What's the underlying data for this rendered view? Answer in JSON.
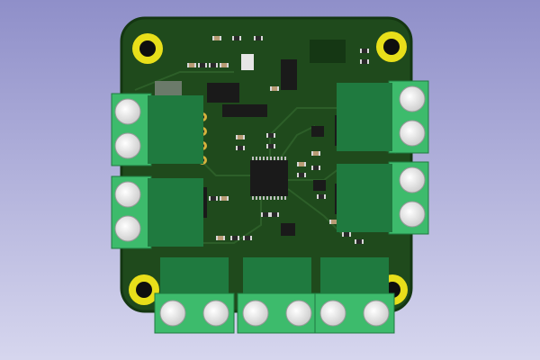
{
  "scene": {
    "background_top": "#8f8fc9",
    "background_bottom": "#d6d6ee",
    "description_icon": "pcb-3d-render"
  },
  "board": {
    "solder_mask": "#1f4a1c",
    "solder_mask_edge": "#143612",
    "copper_trace": "#2d5f29",
    "pad_gold": "#d4b23c",
    "silkscreen": "#e8e8e8"
  },
  "terminal_blocks": {
    "body_color": "#3dbb6c",
    "body_shadow": "#1f7a3f",
    "screw_color": "#f2f2f2",
    "left": [
      {
        "id": "tb-left-top",
        "screws": 2
      },
      {
        "id": "tb-left-bottom",
        "screws": 2
      }
    ],
    "right": [
      {
        "id": "tb-right-top",
        "screws": 2
      },
      {
        "id": "tb-right-bottom",
        "screws": 2
      }
    ],
    "bottom": [
      {
        "id": "tb-bottom-left",
        "screws": 2
      },
      {
        "id": "tb-bottom-center",
        "screws": 2
      },
      {
        "id": "tb-bottom-right",
        "screws": 2
      }
    ]
  },
  "mounting_holes": {
    "ring_color": "#e8df1a",
    "hole_color": "#0e0e0e",
    "count": 4
  },
  "components": {
    "ic_color": "#1a1a1a",
    "ic_pin_color": "#bfbfbf",
    "resistor_color": "#2a2a2a",
    "capacitor_color": "#b89b74"
  }
}
